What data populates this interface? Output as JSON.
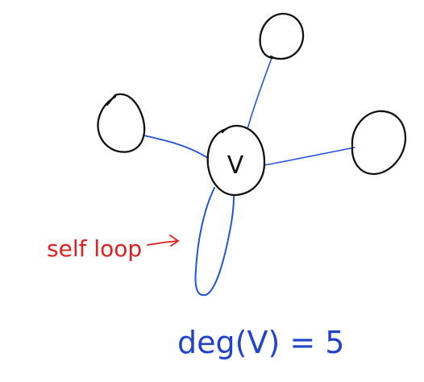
{
  "diagram": {
    "center_label": "V",
    "self_loop_annotation": "self loop",
    "degree_equation": "deg(V) = 5",
    "neighbor_count": 3
  },
  "colors": {
    "ink": "#111111",
    "edge": "#2255dd",
    "annotation": "#e02020",
    "equation": "#2244cc",
    "background": "#ffffff"
  }
}
